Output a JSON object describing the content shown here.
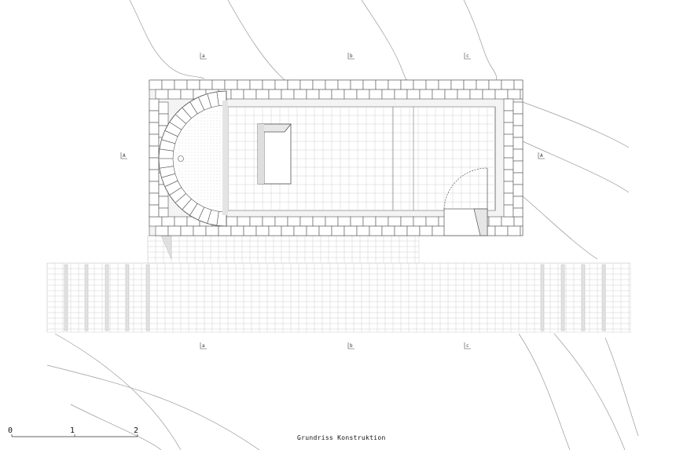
{
  "drawing": {
    "caption": "Grundriss Konstruktion",
    "section_marks_top": [
      "a",
      "b",
      "c"
    ],
    "section_marks_bottom": [
      "a",
      "b",
      "c"
    ],
    "section_marks_side": [
      "A",
      "A"
    ],
    "scale_bar": {
      "labels": [
        "0",
        "1",
        "2"
      ]
    }
  },
  "colors": {
    "line": "#444444",
    "light_line": "#bbbbbb",
    "contour": "#9a9a9a",
    "background": "#ffffff"
  }
}
